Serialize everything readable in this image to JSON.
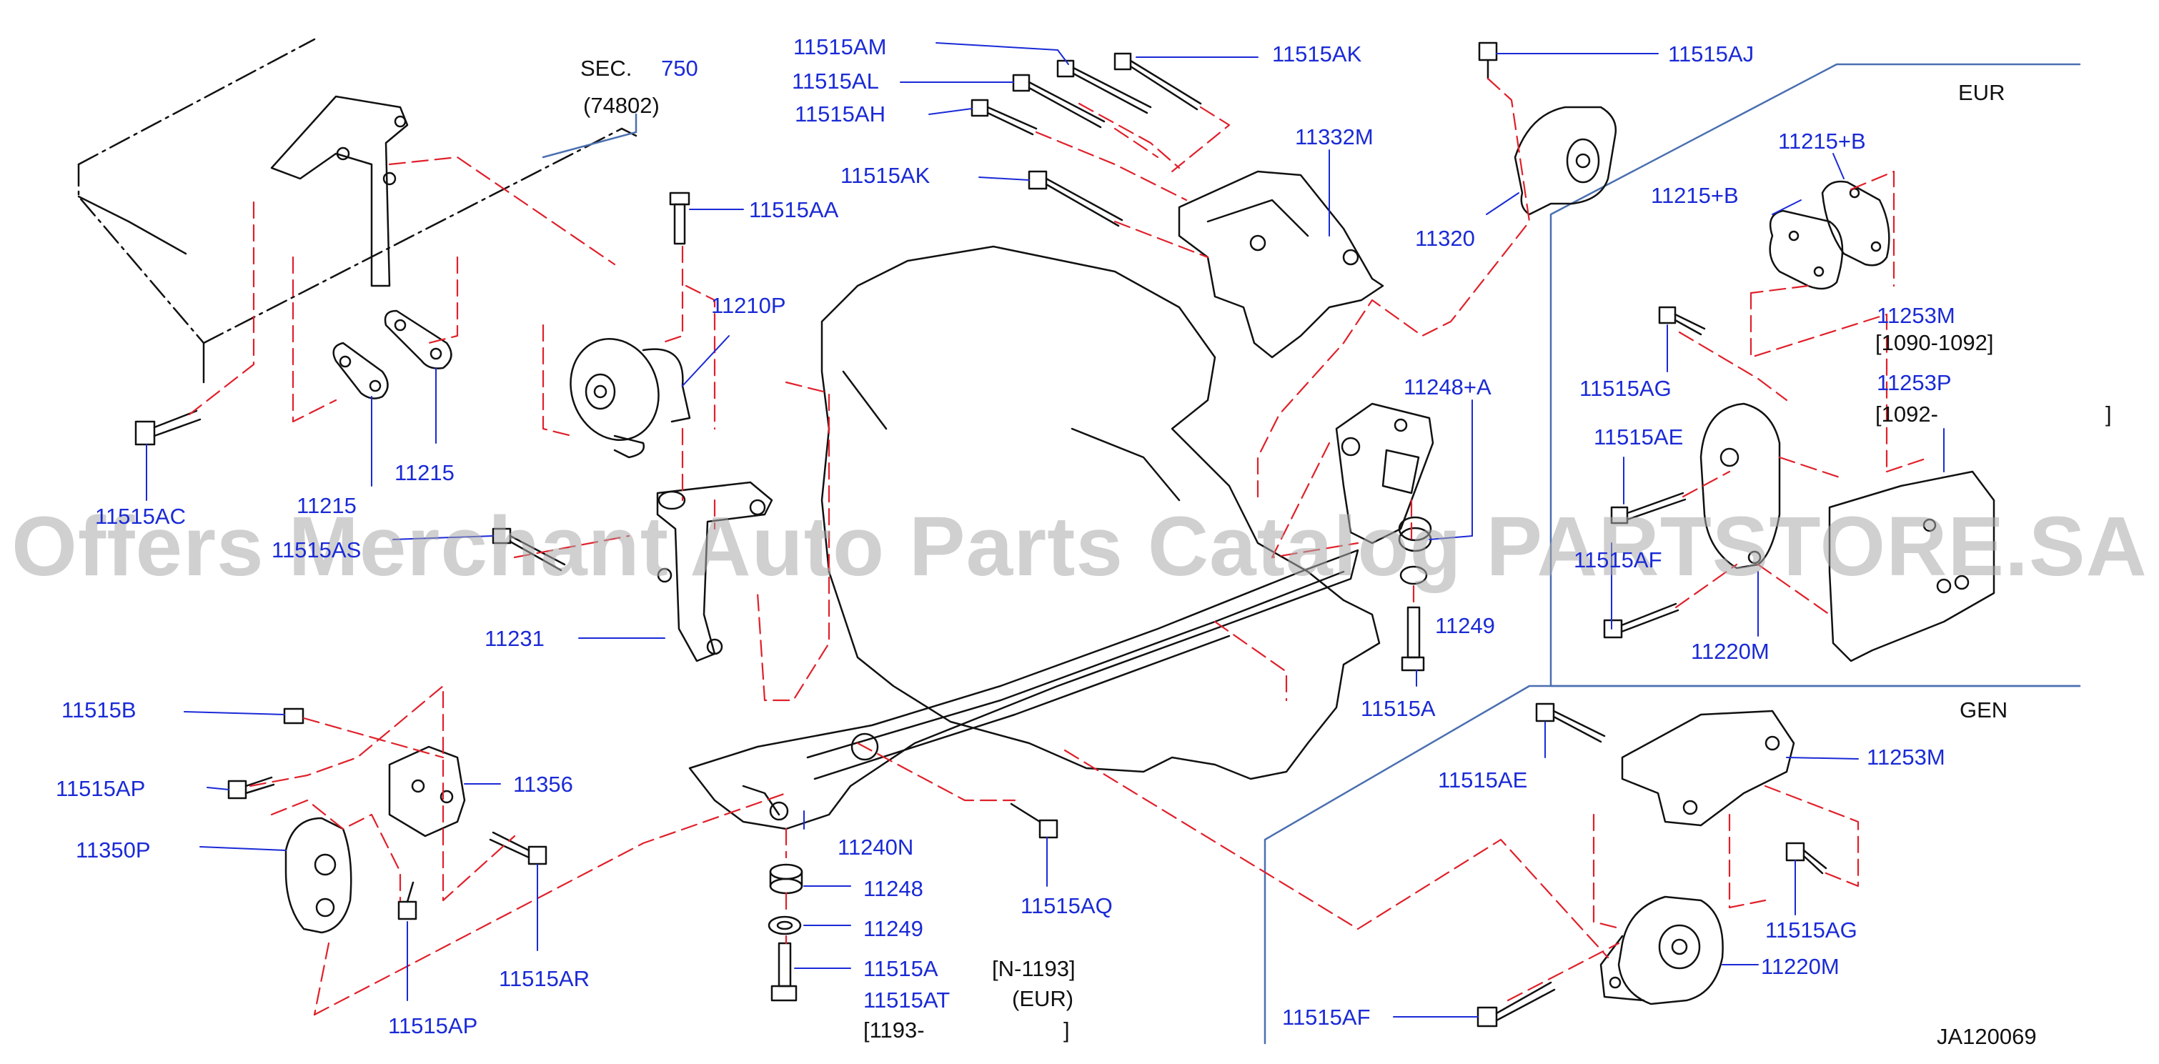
{
  "diagram_code": "JA120069",
  "watermark": "Offers Merchant Auto Parts Catalog PARTSTORE.SA",
  "section_ref": {
    "prefix": "SEC.",
    "number": "750",
    "sub": "(74802)"
  },
  "region_labels": {
    "eur": "EUR",
    "gen": "GEN"
  },
  "colors": {
    "part_number": "#1a2ad6",
    "dashed_leader": "#e0202a",
    "region_frame": "#4a6fb0",
    "outline": "#111111"
  },
  "callouts": {
    "p11515AM": "11515AM",
    "p11515AL": "11515AL",
    "p11515AH": "11515AH",
    "p11515AK_top": "11515AK",
    "p11515AK_left": "11515AK",
    "p11515AA": "11515AA",
    "p11515AJ": "11515AJ",
    "p11332M": "11332M",
    "p11320": "11320",
    "p11210P": "11210P",
    "p11215_right": "11215",
    "p11215_left": "11215",
    "p11515AC": "11515AC",
    "p11515AS": "11515AS",
    "p11231": "11231",
    "p11248A": "11248+A",
    "p11249_mid": "11249",
    "p11515A_mid": "11515A",
    "p11515B": "11515B",
    "p11515AP_top": "11515AP",
    "p11356": "11356",
    "p11350P": "11350P",
    "p11515AR": "11515AR",
    "p11515AP_bottom": "11515AP",
    "p11240N": "11240N",
    "p11515AQ": "11515AQ",
    "p11248": "11248",
    "p11249": "11249",
    "p11515A": "11515A",
    "p11515AT": "11515AT",
    "p11215B_a": "11215+B",
    "p11215B_b": "11215+B",
    "p11253M_eur": "11253M",
    "p11253P": "11253P",
    "p11515AG_eur": "11515AG",
    "p11515AE_eur": "11515AE",
    "p11515AF_eur": "11515AF",
    "p11220M_eur": "11220M",
    "p11515AE_gen": "11515AE",
    "p11253M_gen": "11253M",
    "p11515AG_gen": "11515AG",
    "p11220M_gen": "11220M",
    "p11515AF_gen": "11515AF"
  },
  "notes": {
    "n11253M_range": "[1090-1092]",
    "n11253P_from": "[1092-",
    "n11253P_close": "]",
    "n_upto": "[N-1193]",
    "n_eur": "(EUR)",
    "n_from": "[1193-",
    "n_close": "]"
  }
}
